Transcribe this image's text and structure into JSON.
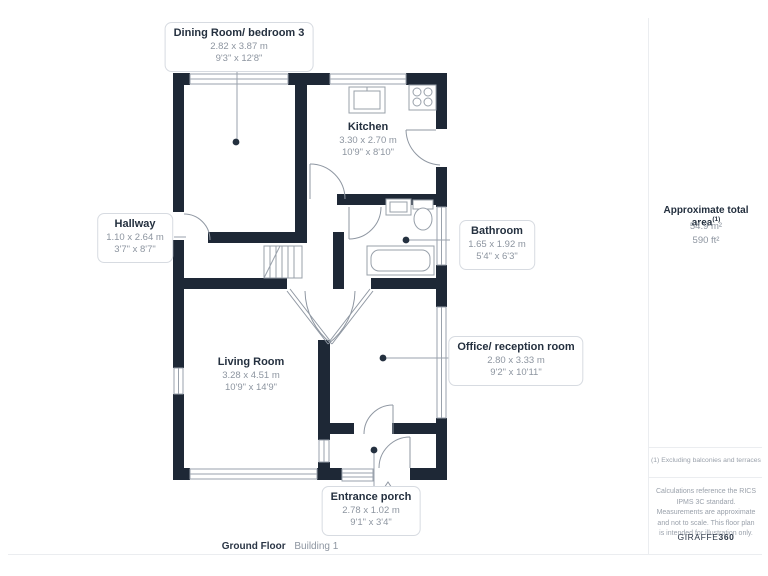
{
  "plan": {
    "rooms": {
      "dining": {
        "name": "Dining Room/ bedroom 3",
        "metric": "2.82 x 3.87 m",
        "imperial": "9'3\" x 12'8\""
      },
      "kitchen": {
        "name": "Kitchen",
        "metric": "3.30 x 2.70 m",
        "imperial": "10'9\" x 8'10\""
      },
      "hallway": {
        "name": "Hallway",
        "metric": "1.10 x 2.64 m",
        "imperial": "3'7\" x 8'7\""
      },
      "bathroom": {
        "name": "Bathroom",
        "metric": "1.65 x 1.92 m",
        "imperial": "5'4\" x 6'3\""
      },
      "living": {
        "name": "Living Room",
        "metric": "3.28 x 4.51 m",
        "imperial": "10'9\" x 14'9\""
      },
      "office": {
        "name": "Office/ reception room",
        "metric": "2.80 x 3.33 m",
        "imperial": "9'2\" x 10'11\""
      },
      "porch": {
        "name": "Entrance porch",
        "metric": "2.78 x 1.02 m",
        "imperial": "9'1\" x 3'4\""
      }
    },
    "floor_label": "Ground Floor",
    "building_label": "Building 1"
  },
  "sidebar": {
    "area_title": "Approximate total area",
    "area_superscript": "(1)",
    "area_m2": "54.9 m²",
    "area_ft2": "590 ft²",
    "footnote": "(1) Excluding balconies and terraces",
    "disclaimer": "Calculations reference the RICS IPMS 3C standard. Measurements are approximate and not to scale. This floor plan is intended for illustration only.",
    "brand": "GIRAFFE",
    "brand_suffix": "360"
  },
  "colors": {
    "wall": "#1e2836",
    "title_text": "#24303f",
    "muted_text": "#8d95a0"
  }
}
